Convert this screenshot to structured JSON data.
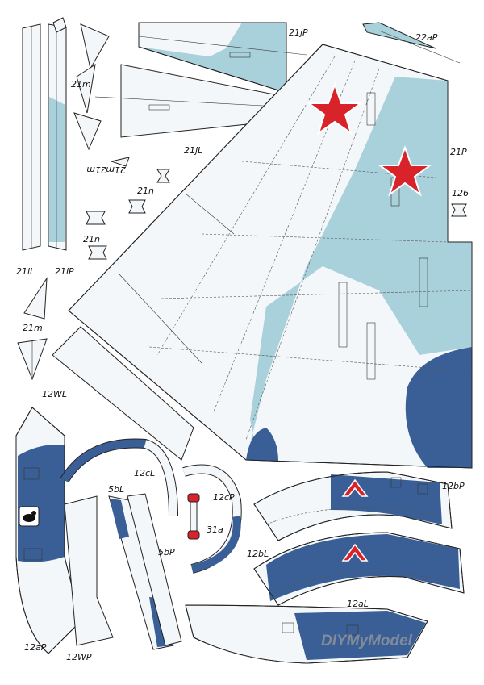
{
  "colors": {
    "paper": "#ffffff",
    "white_part": "#f4f7f9",
    "light_blue": "#a9d1dc",
    "dark_blue": "#3a5f96",
    "red": "#d8232a",
    "line": "#222222"
  },
  "labels": {
    "p21jP": "21jP",
    "p22aP": "22aP",
    "p21jL": "21jL",
    "p21m_a": "21m",
    "p21m_b": "21m",
    "p21m_c": "21m",
    "p21m_d": "21m",
    "p21n_a": "21n",
    "p21n_b": "21n",
    "p21P": "21P",
    "p126": "126",
    "p21iL": "21iL",
    "p21iP": "21iP",
    "p12WL": "12WL",
    "p12cL": "12cL",
    "p5bL": "5bL",
    "p12cP": "12cP",
    "p31a": "31a",
    "p5bP": "5bP",
    "p12bP": "12bP",
    "p12bL": "12bL",
    "p12aL": "12aL",
    "p12aP": "12aP",
    "p12WP": "12WP"
  },
  "watermark": "DIYMyModel",
  "icons": [
    "red-star-icon",
    "bear-emblem-icon",
    "red-chevron-icon"
  ]
}
